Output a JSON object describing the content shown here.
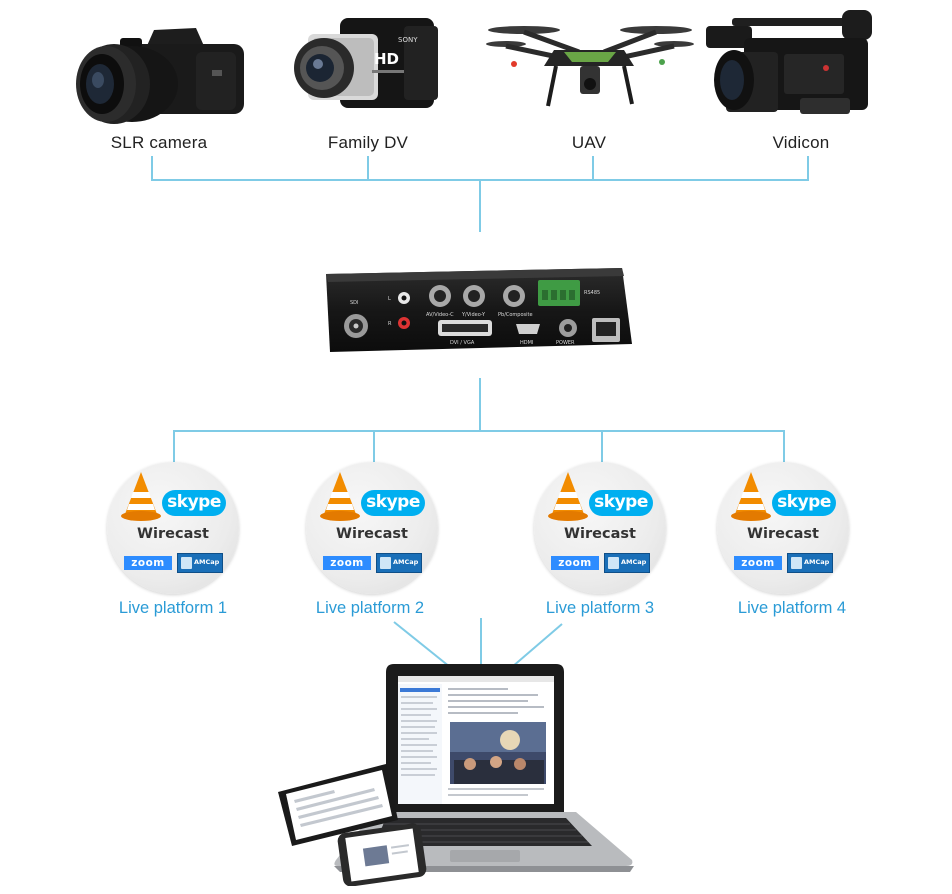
{
  "sources": [
    {
      "label": "SLR camera",
      "device": "slr-camera"
    },
    {
      "label": "Family DV",
      "device": "camcorder"
    },
    {
      "label": "UAV",
      "device": "drone"
    },
    {
      "label": "Vidicon",
      "device": "pro-video-camera"
    }
  ],
  "camera_branding": {
    "hd": "HD",
    "sony": "SONY"
  },
  "encoder": {
    "ports": {
      "sdi": "SDI",
      "audio_l": "L",
      "audio_r": "R",
      "cvbs": "AV/Video-C",
      "ypbpr_y": "Y/Video-Y",
      "pb": "Pb/Composite",
      "rs485": "RS485",
      "dvi_vga": "DVI / VGA",
      "hdmi": "HDMI",
      "power": "POWER"
    }
  },
  "platforms": [
    {
      "label": "Live platform 1"
    },
    {
      "label": "Live platform 2"
    },
    {
      "label": "Live platform 3"
    },
    {
      "label": "Live platform 4"
    }
  ],
  "platform_badge": {
    "skype": "skype",
    "wirecast": "Wirecast",
    "zoom": "zoom",
    "amcap": "AMCap"
  },
  "colors": {
    "connector": "#7fcbe6",
    "platform_label": "#2a9bd6",
    "skype": "#00aff0",
    "zoom": "#2d8cff",
    "vlc_cone": "#f28c00"
  }
}
